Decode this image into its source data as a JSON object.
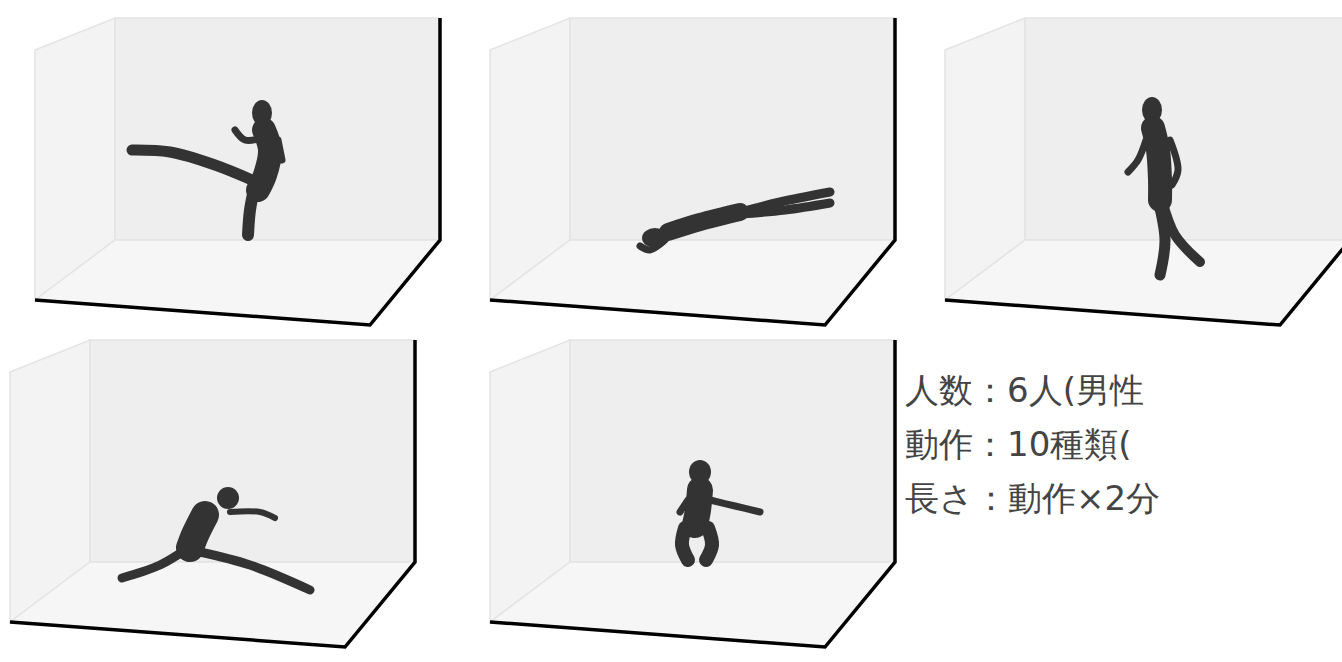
{
  "diagram": {
    "labels": [
      "人数：6人(男性",
      "動作：10種類(",
      "長さ：動作×2分"
    ]
  }
}
